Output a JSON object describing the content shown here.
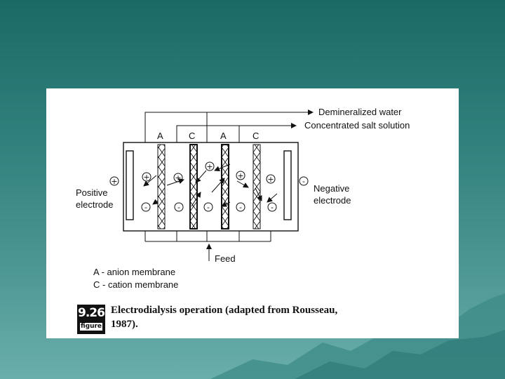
{
  "diagram": {
    "membranes": [
      "A",
      "C",
      "A",
      "C"
    ],
    "outlet_top": "Demineralized water",
    "outlet_bottom": "Concentrated salt solution",
    "positive_electrode": "Positive\nelectrode",
    "negative_electrode": "Negative\nelectrode",
    "feed": "Feed",
    "legend": {
      "anion": "A - anion membrane",
      "cation": "C - cation membrane"
    },
    "plus_sign": "+",
    "minus_sign": "-"
  },
  "caption": {
    "figure_number": "9.26",
    "figure_word": "figure",
    "text": "Electrodialysis operation (adapted from Rousseau, 1987)."
  }
}
